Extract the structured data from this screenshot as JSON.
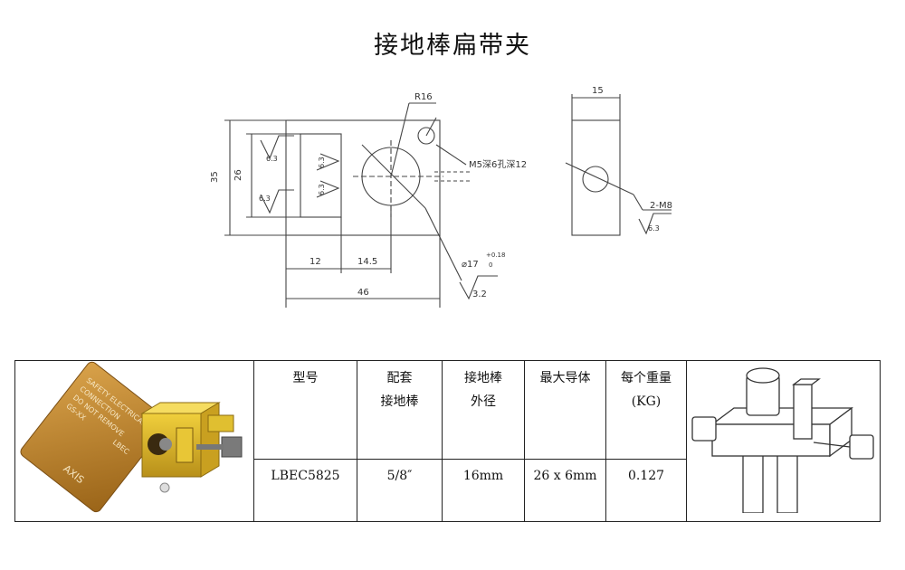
{
  "title": "接地棒扁带夹",
  "drawing": {
    "dim_r16": "R16",
    "dim_thread_note": "M5深6孔深12",
    "dim_35": "35",
    "dim_26": "26",
    "dim_12": "12",
    "dim_14_5": "14.5",
    "dim_46": "46",
    "dim_dia17": "⌀17",
    "dim_tol_upper": "+0.18",
    "dim_tol_lower": "0",
    "rough_3_2": "3.2",
    "rough_6_3": "6.3",
    "dim_15": "15",
    "dim_2m8": "2-M8"
  },
  "table": {
    "headers": [
      [
        "型号"
      ],
      [
        "配套",
        "接地棒"
      ],
      [
        "接地棒",
        "外径"
      ],
      [
        "最大导体"
      ],
      [
        "每个重量",
        "(KG)"
      ]
    ],
    "row": [
      "LBEC5825",
      "5/8″",
      "16mm",
      "26 x 6mm",
      "0.127"
    ]
  },
  "photo": {
    "tag_lines": [
      "SAFETY ELECTRICAL",
      "CONNECTION",
      "DO NOT REMOVE",
      "GS-XX",
      "LBEC"
    ],
    "tag_brand": "AXIS"
  }
}
